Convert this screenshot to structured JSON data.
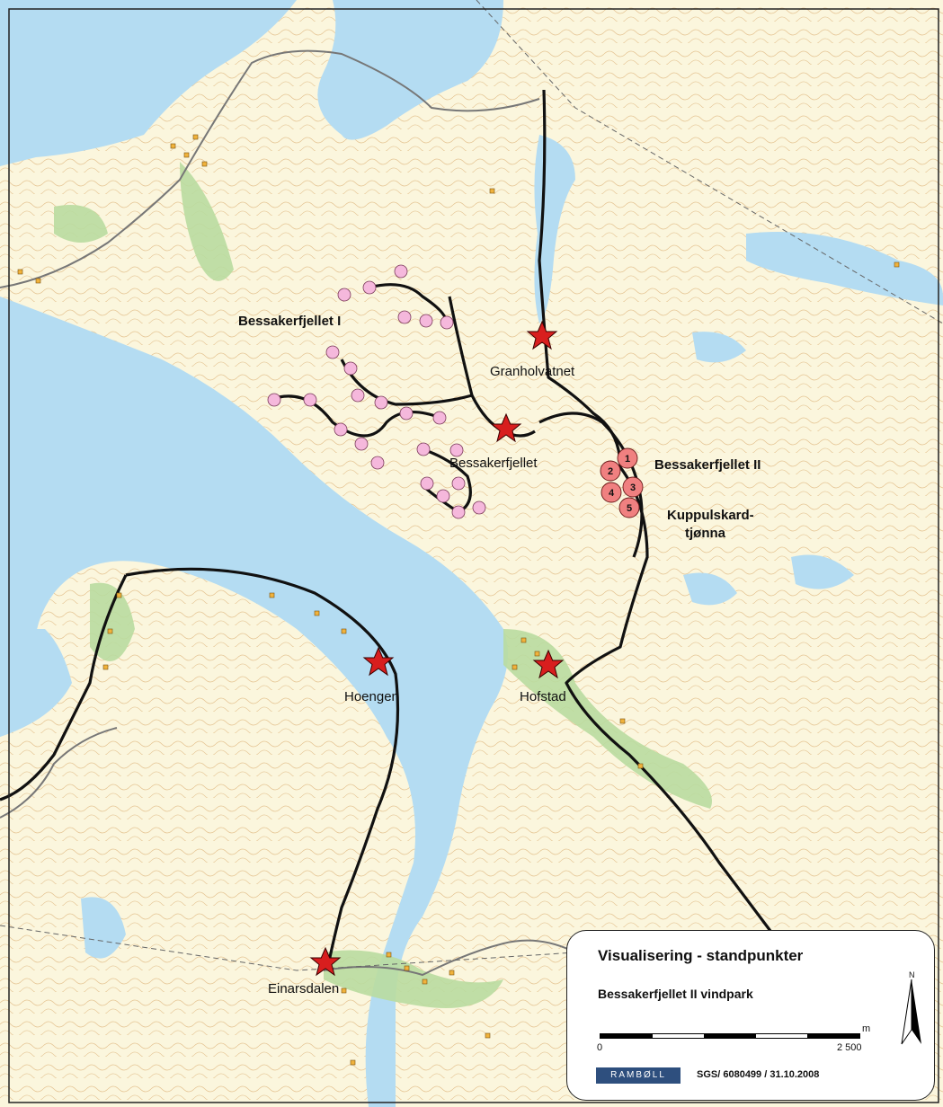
{
  "map": {
    "place_labels": {
      "bessakerfjellet_i": "Bessakerfjellet I",
      "granholvatnet": "Granholvatnet",
      "bessakerfjellet": "Bessakerfjellet",
      "bessakerfjellet_ii": "Bessakerfjellet II",
      "kuppulskard_line1": "Kuppulskard-",
      "kuppulskard_line2": "tjønna",
      "hoengen": "Hoengen",
      "hofstad": "Hofstad",
      "einarsdalen": "Einarsdalen"
    },
    "turbine_numbers": [
      "1",
      "2",
      "3",
      "4",
      "5"
    ],
    "colors": {
      "water": "#b4dcf2",
      "land": "#fbf6dd",
      "forest": "#b9dca0",
      "contour": "#d8b07a",
      "road": "#111111",
      "star": "#d81e1e",
      "turbine_existing": "#f5b8dc",
      "turbine_planned": "#f08080",
      "building": "#f0b23c"
    },
    "icons": [
      "viewpoint-star-icon",
      "turbine-circle-icon",
      "north-arrow-icon"
    ]
  },
  "legend": {
    "title": "Visualisering - standpunkter",
    "subtitle": "Bessakerfjellet II vindpark",
    "scale_unit": "m",
    "scale_start": "0",
    "scale_end": "2 500",
    "north_label": "N",
    "logo_text": "RAMBØLL",
    "reference": "SGS/ 6080499 / 31.10.2008"
  }
}
